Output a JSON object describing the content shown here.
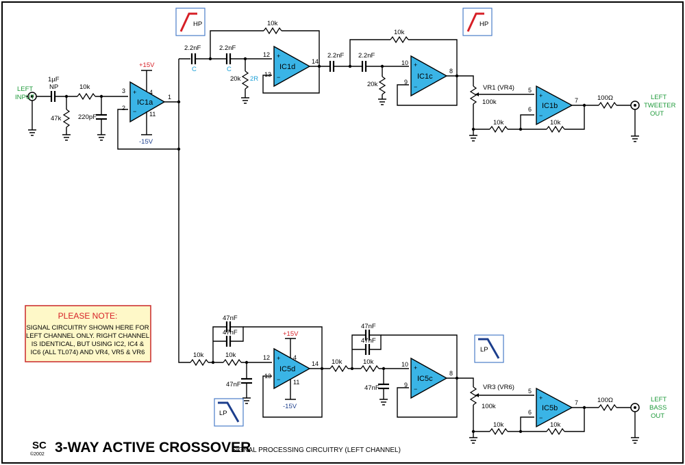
{
  "title": "3-WAY ACTIVE CROSSOVER",
  "subtitle": "SIGNAL PROCESSING CIRCUITRY (LEFT CHANNEL)",
  "logo": {
    "text": "SC",
    "year": "©2002"
  },
  "note": {
    "heading": "PLEASE NOTE:",
    "lines": [
      "SIGNAL CIRCUITRY SHOWN HERE FOR",
      "LEFT CHANNEL ONLY. RIGHT CHANNEL",
      "IS IDENTICAL, BUT USING IC2, IC4 &",
      "IC6 (ALL TL074) AND VR4, VR5 & VR6"
    ]
  },
  "io": {
    "left_input": [
      "LEFT",
      "INPUT"
    ],
    "left_tweeter_out": [
      "LEFT",
      "TWEETER",
      "OUT"
    ],
    "left_bass_out": [
      "LEFT",
      "BASS",
      "OUT"
    ]
  },
  "filters": {
    "hp": "HP",
    "lp": "LP"
  },
  "power": {
    "pos": "+15V",
    "neg": "-15V"
  },
  "opamps": {
    "ic1a": "IC1a",
    "ic1d": "IC1d",
    "ic1c": "IC1c",
    "ic1b": "IC1b",
    "ic5d": "IC5d",
    "ic5c": "IC5c",
    "ic5b": "IC5b"
  },
  "components": {
    "c_in": "1µF",
    "c_in_np": "NP",
    "r_in": "10k",
    "r_47k": "47k",
    "c_220p": "220pF",
    "c_hp1": "2.2nF",
    "c_hp1_sym": "C",
    "c_hp2": "2.2nF",
    "c_hp2_sym": "C",
    "r_hp_fb1": "10k",
    "r_hp_gnd1": "20k",
    "r_hp_gnd1_sym": "2R",
    "c_hp3": "2.2nF",
    "c_hp4": "2.2nF",
    "r_hp_fb2": "10k",
    "r_hp_gnd2": "20k",
    "vr1": "VR1 (VR4)",
    "vr1_val": "100k",
    "r_ic1b_gnd": "10k",
    "r_ic1b_fb": "10k",
    "r_out_t": "100Ω",
    "c_lp_fb1a": "47nF",
    "c_lp_fb1b": "47nF",
    "r_lp1": "10k",
    "r_lp2": "10k",
    "c_lp_gnd1": "47nF",
    "c_lp_fb2a": "47nF",
    "c_lp_fb2b": "47nF",
    "r_lp3": "10k",
    "r_lp4": "10k",
    "c_lp_gnd2": "47nF",
    "vr3": "VR3 (VR6)",
    "vr3_val": "100k",
    "r_ic5b_gnd": "10k",
    "r_ic5b_fb": "10k",
    "r_out_b": "100Ω"
  },
  "pins": {
    "ic1a": [
      "3",
      "2",
      "1",
      "4",
      "11"
    ],
    "ic1d": [
      "12",
      "13",
      "14"
    ],
    "ic1c": [
      "10",
      "9",
      "8"
    ],
    "ic1b": [
      "5",
      "6",
      "7"
    ],
    "ic5d": [
      "12",
      "13",
      "14",
      "4",
      "11"
    ],
    "ic5c": [
      "10",
      "9",
      "8"
    ],
    "ic5b": [
      "5",
      "6",
      "7"
    ]
  },
  "colors": {
    "opamp": "#3ab4e6",
    "pos_rail": "#d61f26",
    "neg_rail": "#1c3e8c",
    "io": "#1e9a3a",
    "sym": "#1a9fd6"
  }
}
